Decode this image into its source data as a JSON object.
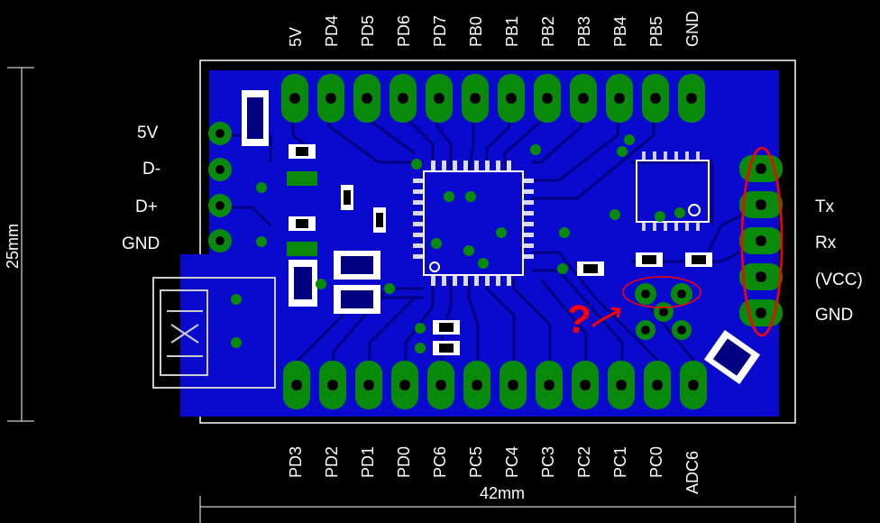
{
  "top_pins": [
    "5V",
    "PD4",
    "PD5",
    "PD6",
    "PD7",
    "PB0",
    "PB1",
    "PB2",
    "PB3",
    "PB4",
    "PB5",
    "GND"
  ],
  "bottom_pins": [
    "PD3",
    "PD2",
    "PD1",
    "PD0",
    "PC6",
    "PC5",
    "PC4",
    "PC3",
    "PC2",
    "PC1",
    "PC0",
    "ADC6"
  ],
  "left_labels": [
    "5V",
    "D-",
    "D+",
    "GND"
  ],
  "right_labels": [
    "Tx",
    "Rx",
    "(VCC)",
    "GND"
  ],
  "dim_width": "42mm",
  "dim_height": "25mm",
  "annotation": "?",
  "colors": {
    "background": "#000000",
    "board": "#0a0acf",
    "copper_dark": "#000080",
    "pad": "#0a8a0a",
    "silk": "#ffffff",
    "annotation": "#ff0000"
  }
}
